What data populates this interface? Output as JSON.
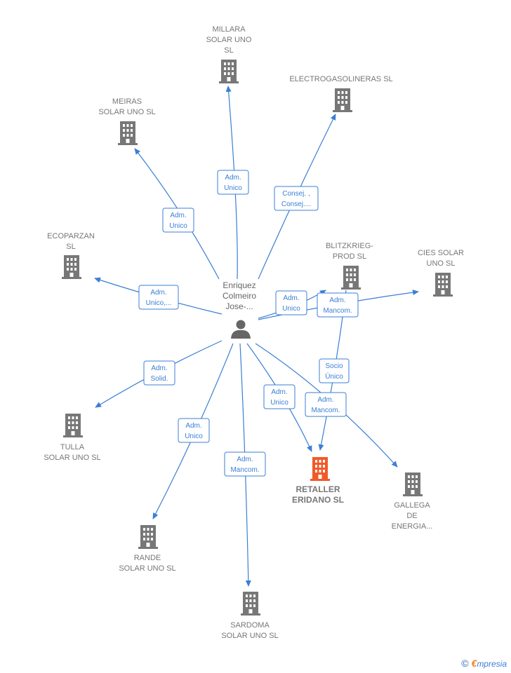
{
  "center": {
    "name_lines": [
      "Enriquez",
      "Colmeiro",
      "Jose-..."
    ],
    "icon": "person-icon"
  },
  "companies": [
    {
      "id": "millara",
      "lines": [
        "MILLARA",
        "SOLAR UNO",
        "SL"
      ],
      "highlight": false
    },
    {
      "id": "electrogasolineras",
      "lines": [
        "ELECTROGASOLINERAS SL"
      ],
      "highlight": false
    },
    {
      "id": "meiras",
      "lines": [
        "MEIRAS",
        "SOLAR UNO SL"
      ],
      "highlight": false
    },
    {
      "id": "ecoparzan",
      "lines": [
        "ECOPARZAN",
        "SL"
      ],
      "highlight": false
    },
    {
      "id": "blitzkrieg",
      "lines": [
        "BLITZKRIEG-",
        "PROD  SL"
      ],
      "highlight": false
    },
    {
      "id": "cies",
      "lines": [
        "CIES SOLAR",
        "UNO SL"
      ],
      "highlight": false
    },
    {
      "id": "tulla",
      "lines": [
        "TULLA",
        "SOLAR UNO SL"
      ],
      "highlight": false
    },
    {
      "id": "retaller",
      "lines": [
        "RETALLER",
        "ERIDANO  SL"
      ],
      "highlight": true
    },
    {
      "id": "gallega",
      "lines": [
        "GALLEGA",
        "DE",
        "ENERGIA..."
      ],
      "highlight": false
    },
    {
      "id": "rande",
      "lines": [
        "RANDE",
        "SOLAR UNO SL"
      ],
      "highlight": false
    },
    {
      "id": "sardoma",
      "lines": [
        "SARDOMA",
        "SOLAR UNO SL"
      ],
      "highlight": false
    }
  ],
  "relations": [
    {
      "id": "r-millara",
      "lines": [
        "Adm.",
        "Unico"
      ]
    },
    {
      "id": "r-electro",
      "lines": [
        "Consej. ,",
        "Consej...."
      ]
    },
    {
      "id": "r-meiras",
      "lines": [
        "Adm.",
        "Unico"
      ]
    },
    {
      "id": "r-ecoparzan",
      "lines": [
        "Adm.",
        "Unico,..."
      ]
    },
    {
      "id": "r-blitzkrieg",
      "lines": [
        "Adm.",
        "Unico"
      ]
    },
    {
      "id": "r-cies",
      "lines": [
        "Adm.",
        "Mancom."
      ]
    },
    {
      "id": "r-socio",
      "lines": [
        "Socio",
        "Único"
      ]
    },
    {
      "id": "r-tulla",
      "lines": [
        "Adm.",
        "Solid."
      ]
    },
    {
      "id": "r-retaller",
      "lines": [
        "Adm.",
        "Unico"
      ]
    },
    {
      "id": "r-gallega",
      "lines": [
        "Adm.",
        "Mancom."
      ]
    },
    {
      "id": "r-rande",
      "lines": [
        "Adm.",
        "Unico"
      ]
    },
    {
      "id": "r-sardoma",
      "lines": [
        "Adm.",
        "Mancom."
      ]
    }
  ],
  "colors": {
    "edge": "#3b7fd4",
    "building": "#777777",
    "building_highlight": "#f05a28",
    "person": "#666666"
  },
  "brand": {
    "copyright": "©",
    "e_letter": "€",
    "rest": "mpresia"
  }
}
